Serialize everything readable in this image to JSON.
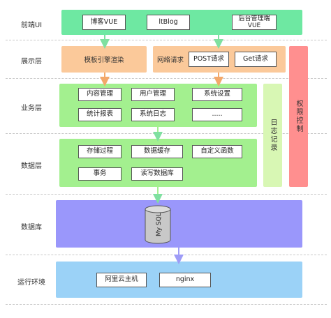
{
  "layers": {
    "ui": {
      "label": "前端UI",
      "items": [
        "博客VUE",
        "ltBlog",
        "后台管理端VUE"
      ]
    },
    "presentation": {
      "label": "展示层",
      "template": "模板引擎渲染",
      "network": "网络请求",
      "post": "POST请求",
      "get": "Get请求"
    },
    "business": {
      "label": "业务层",
      "items": [
        "内容管理",
        "用户管理",
        "系统设置",
        "统计报表",
        "系统日志",
        "....."
      ]
    },
    "data": {
      "label": "数据层",
      "items": [
        "存储过程",
        "数据缓存",
        "自定义函数",
        "事务",
        "读写数据库"
      ]
    },
    "database": {
      "label": "数据库",
      "db": "My SQL"
    },
    "runtime": {
      "label": "运行环境",
      "items": [
        "阿里云主机",
        "nginx"
      ]
    }
  },
  "side": {
    "log": "日志记录",
    "permission": "权限控制"
  },
  "colors": {
    "ui": "#6ee8a2",
    "presentation": "#fbc99a",
    "business": "#a3f08f",
    "side_log": "#d8f7b4",
    "side_permission": "#ff8f8f",
    "database": "#9a97fb",
    "runtime": "#9bd2f7"
  }
}
